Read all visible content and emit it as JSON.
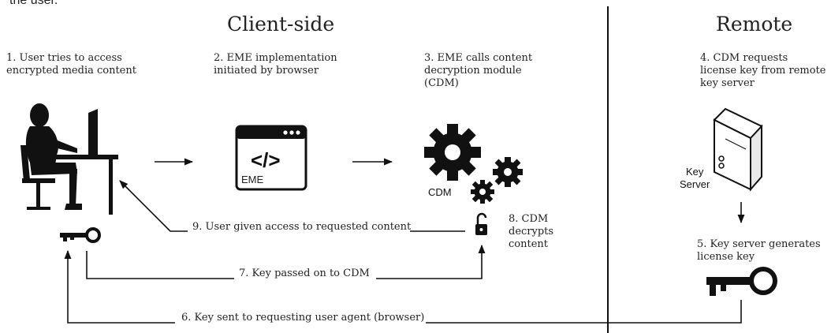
{
  "top_caption": "the user.",
  "sections": {
    "client_title": "Client-side",
    "remote_title": "Remote"
  },
  "steps": [
    {
      "n": 1,
      "text": "1. User tries to access\nencrypted media content"
    },
    {
      "n": 2,
      "text": "2. EME implementation\ninitiated by browser"
    },
    {
      "n": 3,
      "text": "3. EME calls content\ndecryption module\n(CDM)"
    },
    {
      "n": 4,
      "text": "4. CDM requests\nlicense key from remote\nkey server"
    },
    {
      "n": 5,
      "text": "5. Key server generates\nlicense key"
    },
    {
      "n": 6,
      "text": "6. Key sent to requesting user agent (browser)"
    },
    {
      "n": 7,
      "text": "7. Key passed on to CDM"
    },
    {
      "n": 8,
      "text": "8. CDM\ndecrypts\ncontent"
    },
    {
      "n": 9,
      "text": "9. User given access to requested content"
    }
  ],
  "icon_labels": {
    "eme": "EME",
    "code": "</>",
    "cdm": "CDM",
    "key_server": "Key\nServer"
  },
  "icons": [
    "user-at-computer-icon",
    "browser-window-icon",
    "gears-icon",
    "server-icon",
    "key-icon",
    "padlock-open-icon",
    "arrow-icon"
  ]
}
